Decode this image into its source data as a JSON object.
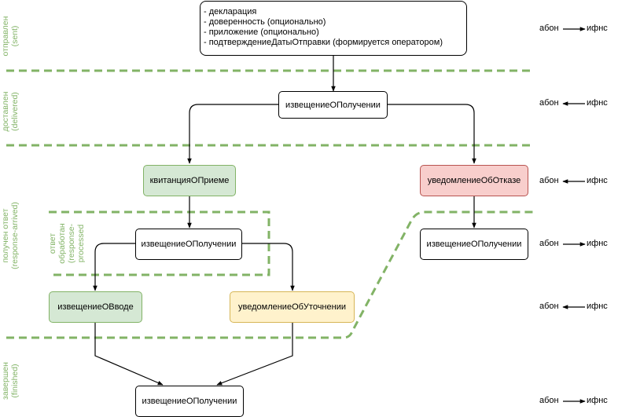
{
  "start_node": {
    "lines": [
      "- декларация",
      "- доверенность (опционально)",
      "- приложение (опционально)",
      "- подтверждениеДатыОтправки (формируется оператором)"
    ]
  },
  "nodes": {
    "delivered_notice": "извещениеОПолучении",
    "acceptance_receipt": "квитанцияОПриеме",
    "rejection_notice": "уведомлениеОбОтказе",
    "processed_notice": "извещениеОПолучении",
    "rejection_receipt_notice": "извещениеОПолучении",
    "input_notice": "извещениеОВводе",
    "clarification_notice": "уведомлениеОбУточнении",
    "finished_notice": "извещениеОПолучении"
  },
  "stages": {
    "sent": [
      "отправлен",
      "(sent)"
    ],
    "delivered": [
      "доставлен",
      "(delivered)"
    ],
    "response_arrived": [
      "получен ответ",
      "(response-arrived)"
    ],
    "response_processed": [
      "ответ",
      "обработан",
      "(response-",
      "processed"
    ],
    "finished": [
      "завершен",
      "(finished)"
    ]
  },
  "parties": {
    "subscriber": "абон",
    "tax_office": "ифнс"
  },
  "colors": {
    "stage_line": "#82b366",
    "green_fill": "#d5e8d4",
    "red_fill": "#f8cecc",
    "yellow_fill": "#fff2cc"
  }
}
